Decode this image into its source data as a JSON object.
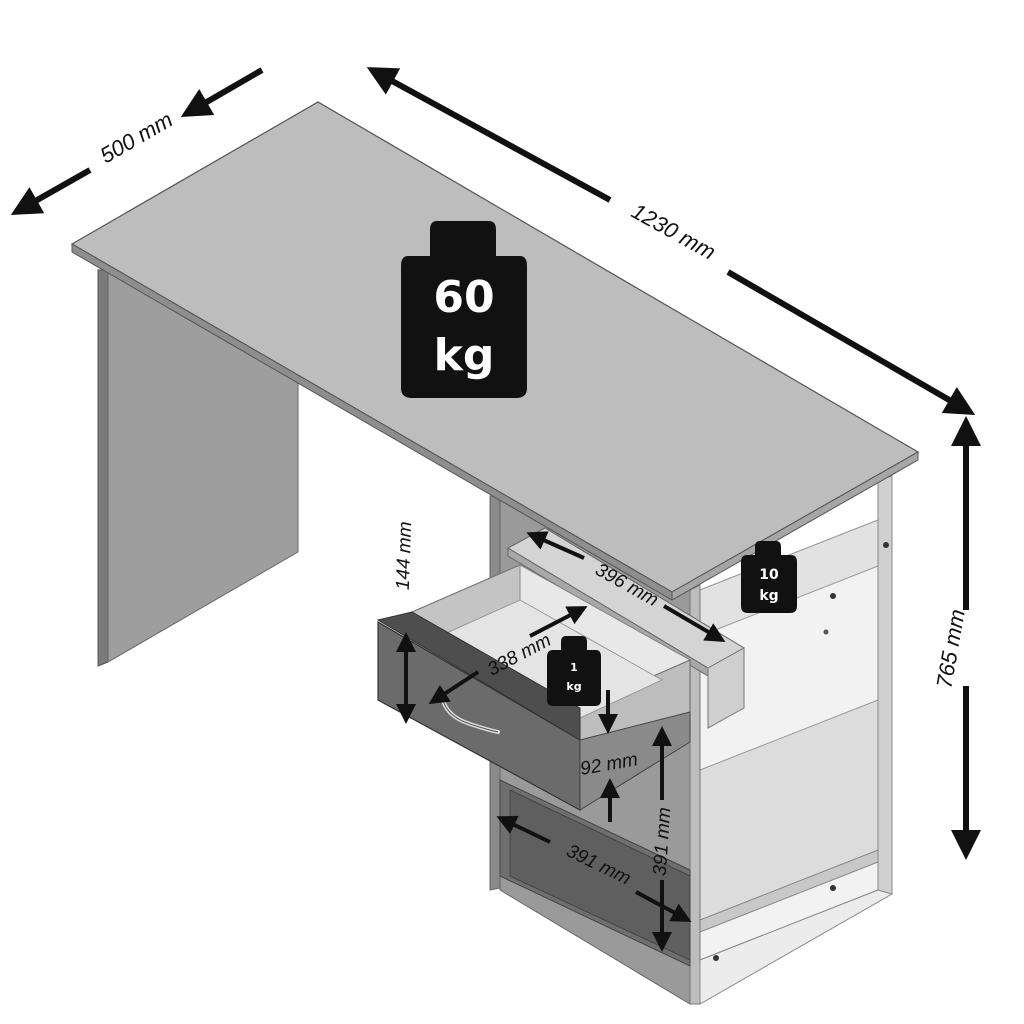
{
  "dimensions": {
    "depth": "500 mm",
    "width": "1230 mm",
    "height": "765 mm",
    "drawer_height": "144 mm",
    "shelf_depth": "396 mm",
    "drawer_depth": "338 mm",
    "drawer_inner_height": "92 mm",
    "cabinet_width": "391 mm",
    "cabinet_height": "391 mm"
  },
  "loads": {
    "desktop": {
      "value": "60",
      "unit": "kg"
    },
    "shelf": {
      "value": "10",
      "unit": "kg"
    },
    "drawer": {
      "value": "1",
      "unit": "kg"
    }
  },
  "colors": {
    "top": "#bdbdbd",
    "top_edge": "#8e8e8e",
    "panel": "#9e9e9e",
    "panel_dark": "#858585",
    "drawer_front": "#6b6b6b",
    "inner": "#e6e6e6",
    "arrow": "#111111",
    "weight_icon": "#111111"
  }
}
